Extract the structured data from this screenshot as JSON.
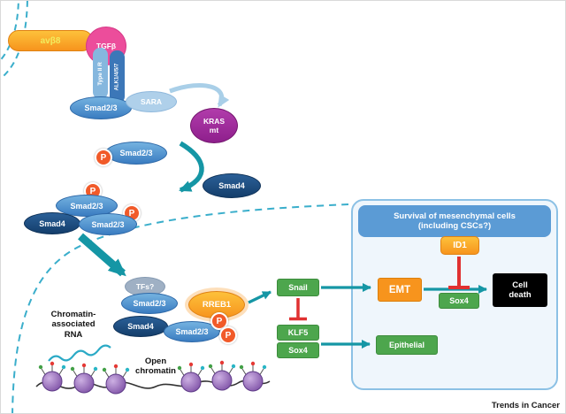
{
  "credit": "Trends in Cancer",
  "proteins": {
    "integrin": "avβ8",
    "tgfb": "TGFβ",
    "type2r": "Type II R",
    "alk": "ALK1/4/5/7",
    "smad23": "Smad2/3",
    "sara": "SARA",
    "kras": "KRAS\nmt",
    "smad4": "Smad4",
    "phospho": "P",
    "tfs": "TFs?",
    "rreb1": "RREB1",
    "id1": "ID1"
  },
  "boxes": {
    "snail": "Snail",
    "klf5": "KLF5",
    "sox4": "Sox4",
    "emt": "EMT",
    "epithelial": "Epithelial",
    "cell_death": "Cell\ndeath"
  },
  "panel": {
    "title": "Survival of mesenchymal cells\n(including CSCs?)"
  },
  "annotations": {
    "chromatin_rna": "Chromatin-\nassociated\nRNA",
    "open_chromatin": "Open\nchromatin"
  },
  "colors": {
    "activation_arrow": "#1596A5",
    "inhibition_bar": "#E03131",
    "membrane_dash": "#3AAECB",
    "smad_blue": "#3A7CC1",
    "smad4_dark": "#143E6B",
    "kras_purple": "#8E1F8C",
    "tgfb_pink": "#EC4D9B",
    "phospho_orange": "#F15A29",
    "gene_green": "#4DA64D",
    "emt_orange": "#F7941D",
    "panel_header_blue": "#5B9BD5"
  }
}
